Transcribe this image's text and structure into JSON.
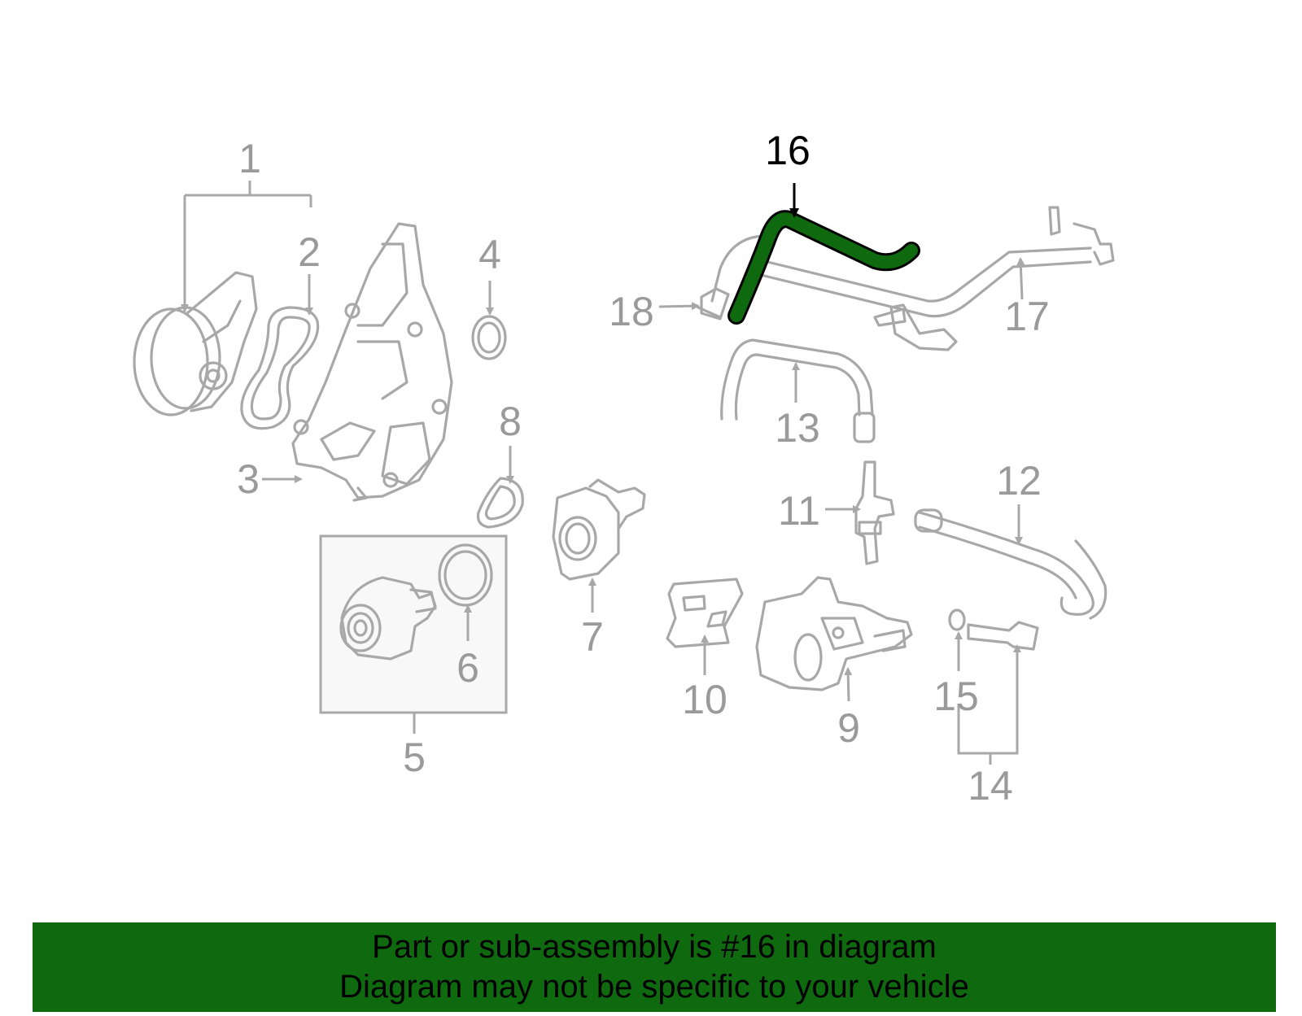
{
  "highlighted_part": "16",
  "callouts": [
    "1",
    "2",
    "3",
    "4",
    "5",
    "6",
    "7",
    "8",
    "9",
    "10",
    "11",
    "12",
    "13",
    "14",
    "15",
    "16",
    "17",
    "18"
  ],
  "banner": {
    "line1": "Part or sub-assembly is #16 in diagram",
    "line2": "Diagram may not be specific to your vehicle"
  },
  "colors": {
    "banner_bg": "#0f6a0f",
    "highlight": "#0f6a0f",
    "part_outline": "#a8a8a8",
    "callout_text": "#9a9a9a"
  }
}
